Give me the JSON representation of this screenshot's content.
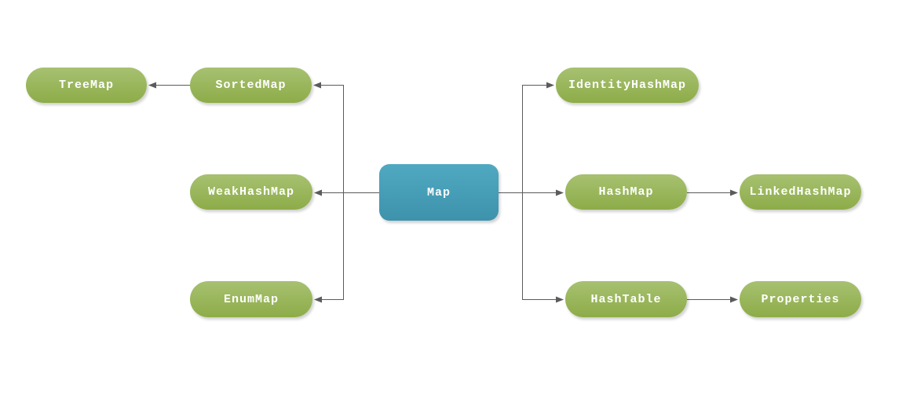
{
  "diagram": {
    "description": "Map class hierarchy diagram",
    "nodes": {
      "map": {
        "label": "Map",
        "shape": "rounded-rect",
        "color_role": "teal"
      },
      "sortedmap": {
        "label": "SortedMap",
        "shape": "pill",
        "color_role": "green"
      },
      "treemap": {
        "label": "TreeMap",
        "shape": "pill",
        "color_role": "green"
      },
      "weakhashmap": {
        "label": "WeakHashMap",
        "shape": "pill",
        "color_role": "green"
      },
      "enummap": {
        "label": "EnumMap",
        "shape": "pill",
        "color_role": "green"
      },
      "identityhashmap": {
        "label": "IdentityHashMap",
        "shape": "pill",
        "color_role": "green"
      },
      "hashmap": {
        "label": "HashMap",
        "shape": "pill",
        "color_role": "green"
      },
      "linkedhashmap": {
        "label": "LinkedHashMap",
        "shape": "pill",
        "color_role": "green"
      },
      "hashtable": {
        "label": "HashTable",
        "shape": "pill",
        "color_role": "green"
      },
      "properties": {
        "label": "Properties",
        "shape": "pill",
        "color_role": "green"
      }
    },
    "edges": [
      {
        "from": "map",
        "to": "sortedmap"
      },
      {
        "from": "sortedmap",
        "to": "treemap"
      },
      {
        "from": "map",
        "to": "weakhashmap"
      },
      {
        "from": "map",
        "to": "enummap"
      },
      {
        "from": "map",
        "to": "identityhashmap"
      },
      {
        "from": "map",
        "to": "hashmap"
      },
      {
        "from": "hashmap",
        "to": "linkedhashmap"
      },
      {
        "from": "map",
        "to": "hashtable"
      },
      {
        "from": "hashtable",
        "to": "properties"
      }
    ],
    "colors": {
      "node_green_top": "#a7c171",
      "node_green_bottom": "#8dac48",
      "node_teal_top": "#4fa9c1",
      "node_teal_bottom": "#3e92ac",
      "connector": "#5b5b5b",
      "label_text": "#ffffff",
      "background": "#ffffff"
    }
  }
}
